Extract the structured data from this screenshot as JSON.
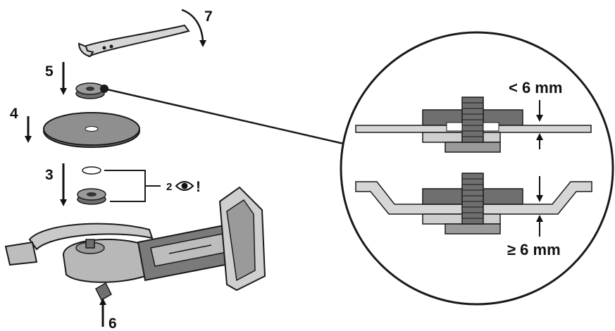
{
  "steps": {
    "s2": "2",
    "s3": "3",
    "s4": "4",
    "s5": "5",
    "s6": "6",
    "s7": "7"
  },
  "attention_mark": "!",
  "icons": {
    "eye": "eye-icon",
    "arrow": "arrow-down-icon"
  },
  "detail": {
    "upper_label": "< 6 mm",
    "lower_label": "≥ 6 mm"
  },
  "colors": {
    "outline": "#1a1a1a",
    "dark_fill": "#6f6f6f",
    "mid_fill": "#9a9a9a",
    "light_fill": "#cfcfcf",
    "tool_fill": "#d6d6d6"
  }
}
